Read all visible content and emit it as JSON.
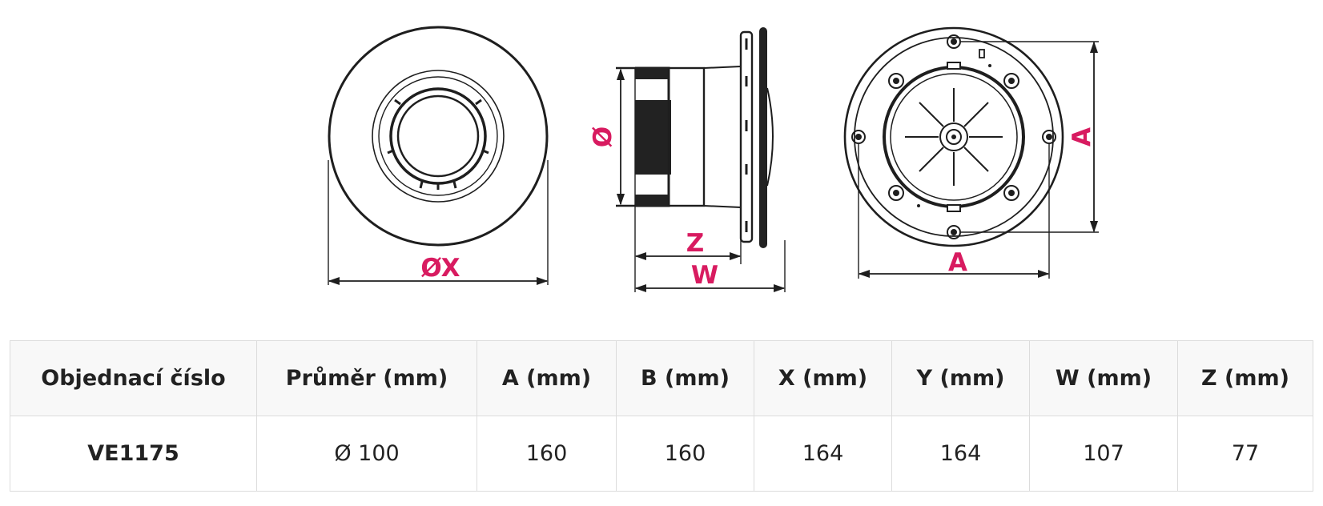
{
  "diagram": {
    "labels": {
      "diameter_x": "ØX",
      "diameter": "Ø",
      "z": "Z",
      "w": "W",
      "a_horizontal": "A",
      "a_vertical": "A"
    },
    "colors": {
      "label": "#d81b60",
      "line": "#1e1e1e",
      "fill_dark": "#222222"
    }
  },
  "table": {
    "headers": [
      "Objednací číslo",
      "Průměr (mm)",
      "A (mm)",
      "B (mm)",
      "X (mm)",
      "Y (mm)",
      "W (mm)",
      "Z (mm)"
    ],
    "rows": [
      [
        "VE1175",
        "Ø 100",
        "160",
        "160",
        "164",
        "164",
        "107",
        "77"
      ]
    ]
  }
}
